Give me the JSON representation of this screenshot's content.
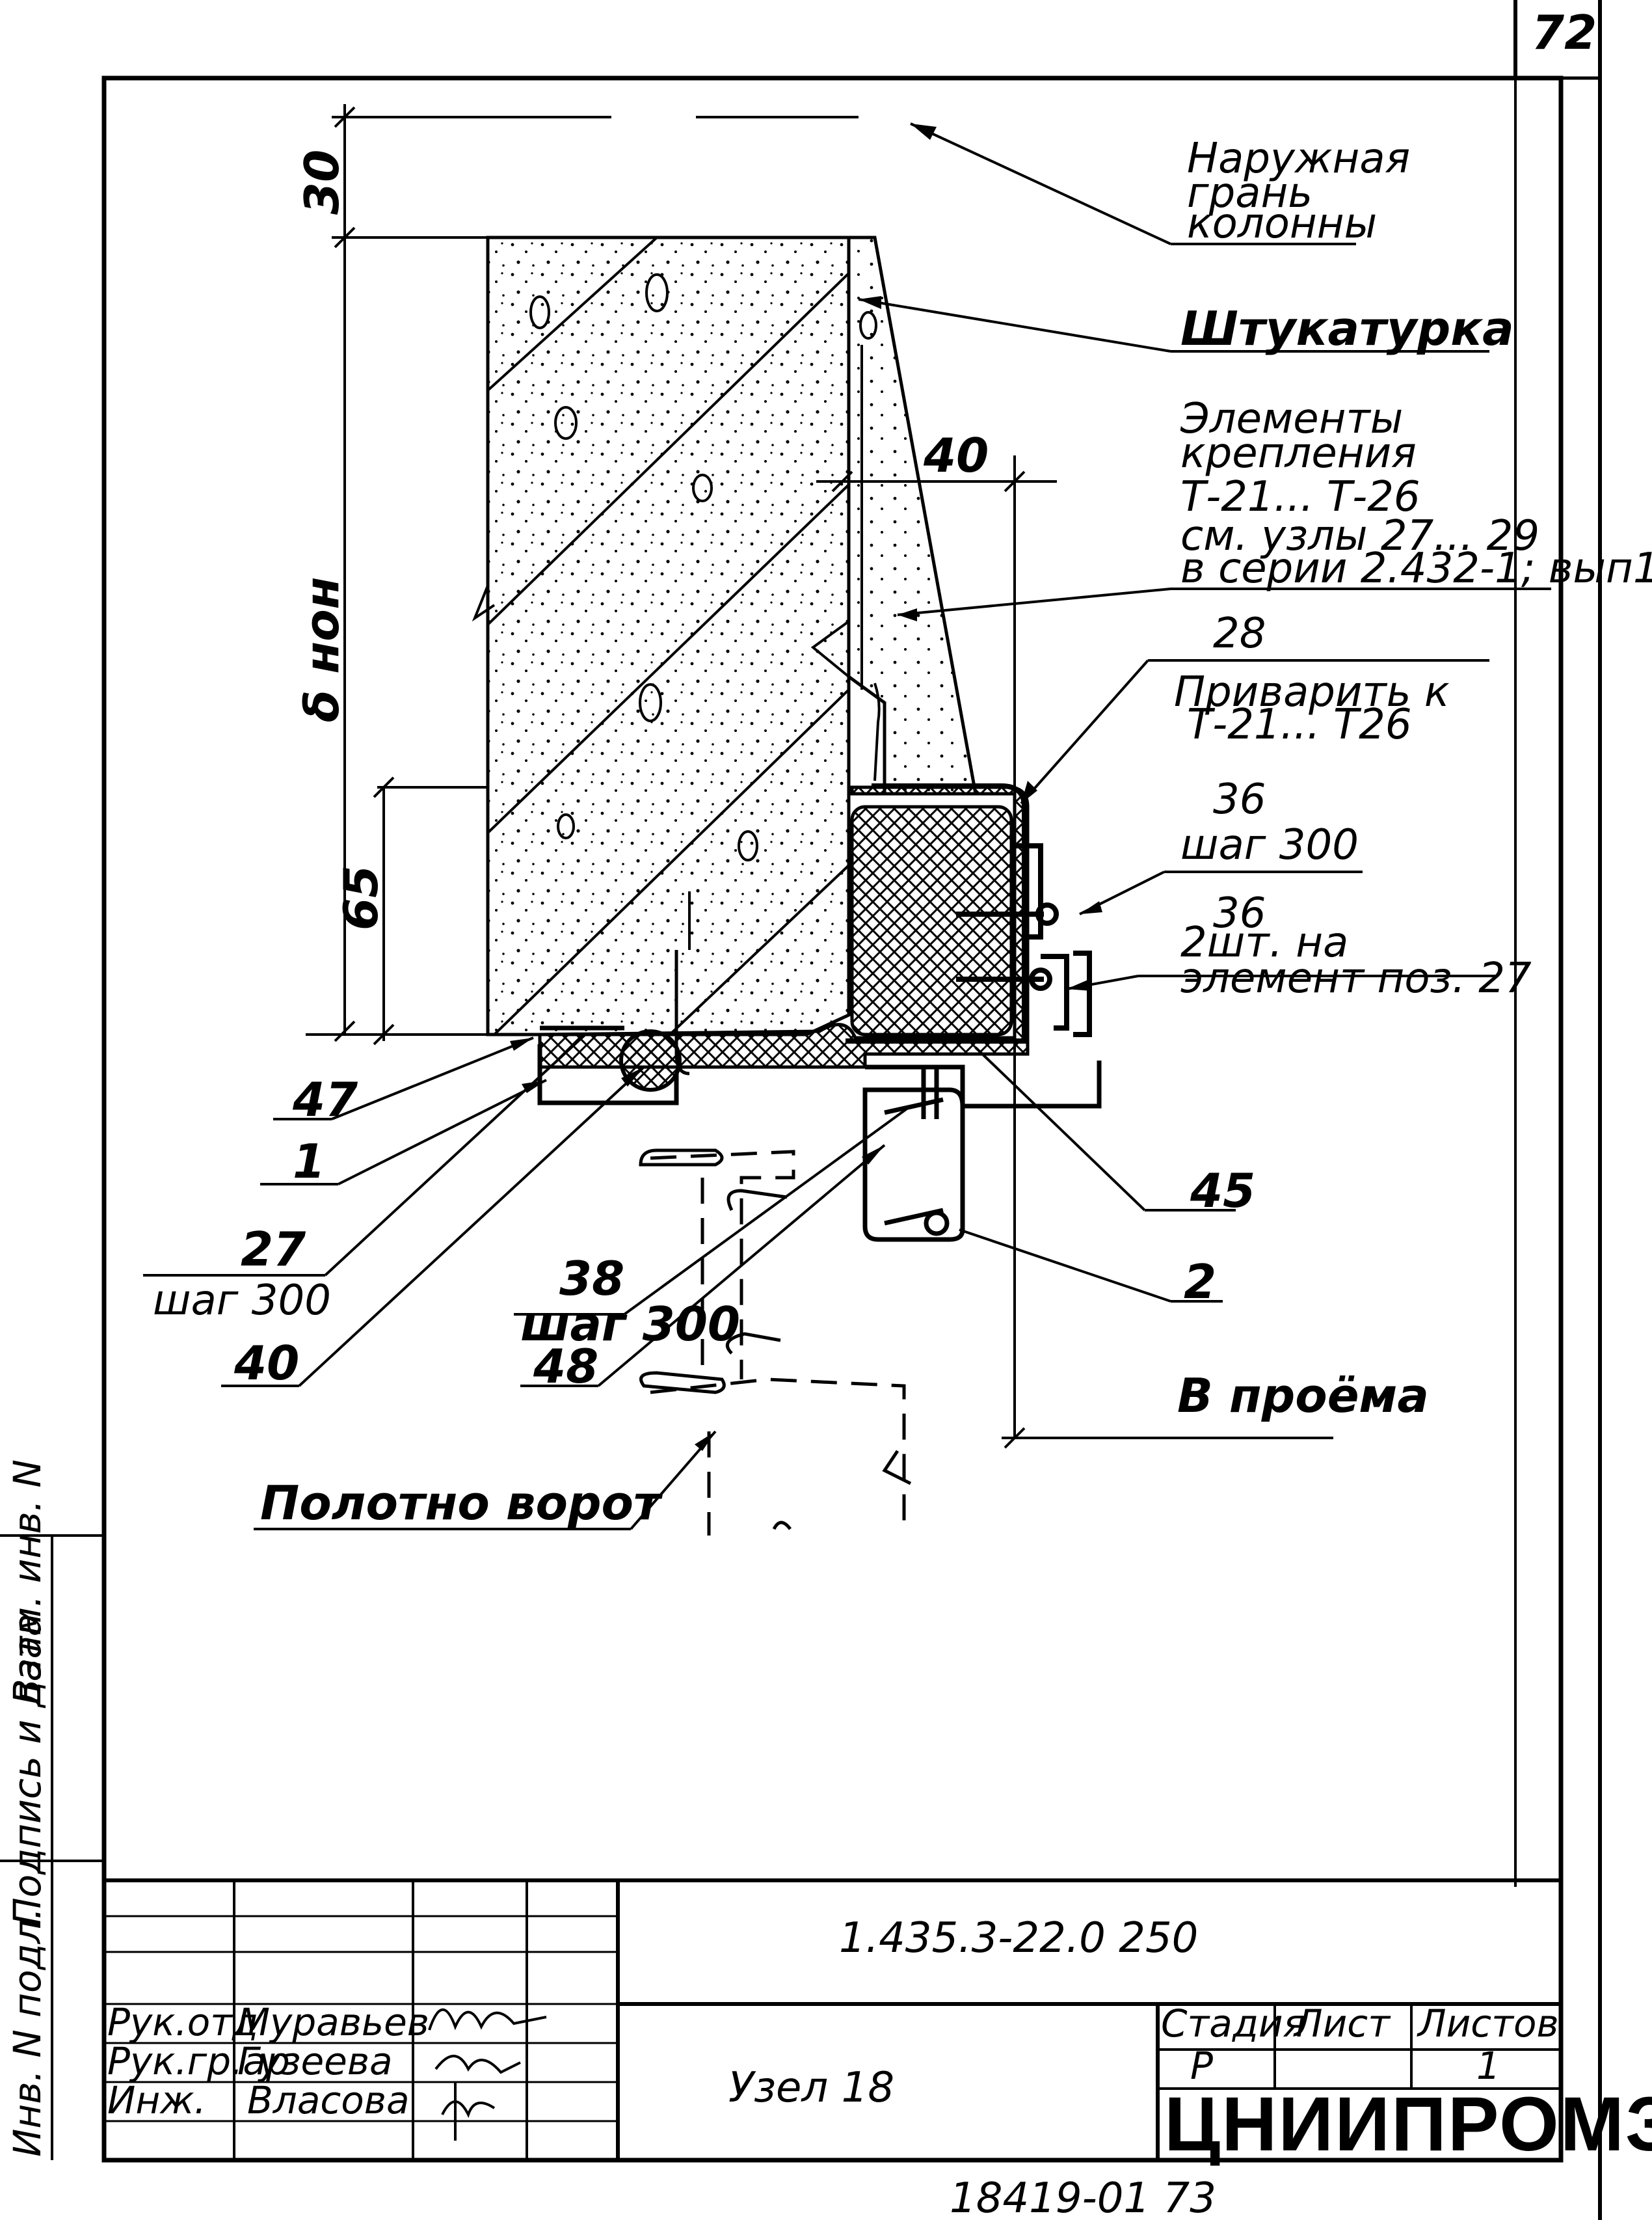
{
  "sheet_number": "72",
  "labels": {
    "outer_face_1": "Наружная",
    "outer_face_2": "грань",
    "outer_face_3": "колонны",
    "plaster": "Штукатурка",
    "fastening_1": "Элементы",
    "fastening_2": "крепления",
    "fastening_3": "Т-21... Т-26",
    "fastening_4": "см. узлы 27... 29",
    "fastening_5": "в серии 2.432-1; вып1",
    "weld_num": "28",
    "weld_1": "Приварить к",
    "weld_2": "Т-21... Т26",
    "pos36a_num": "36",
    "pos36a_step": "шаг 300",
    "pos36b_num": "36",
    "pos36b_1": "2шт. на",
    "pos36b_2": "элемент поз. 27",
    "pos45": "45",
    "pos2": "2",
    "opening": "В проёма",
    "pos47": "47",
    "pos1": "1",
    "pos27_num": "27",
    "pos27_step": "шаг 300",
    "pos40": "40",
    "pos38_num": "38",
    "pos38_step": "шаг 300",
    "pos48": "48",
    "gate_leaf": "Полотно ворот",
    "dim_30": "30",
    "dim_40": "40",
    "dim_65": "65",
    "dim_delta": "δ нон"
  },
  "side_stamp": {
    "inv_orig": "Инв. N подл.",
    "sign_date": "Подпись и дата",
    "inv_repl": "Взам. инв. N"
  },
  "title_block": {
    "doc_code": "1.435.3-22.0 250",
    "title": "Узел 18",
    "roles": [
      "Рук.отд",
      "Рук.гр.ар",
      "Инж."
    ],
    "names": [
      "Муравьев",
      "Гузеева",
      "Власова"
    ],
    "stage_header": "Стадия",
    "sheet_header": "Лист",
    "sheets_header": "Листов",
    "stage": "Р",
    "sheets": "1",
    "organization": "ЦНИИПРОМЗДАНИЙ"
  },
  "footer_code": "18419-01 73"
}
